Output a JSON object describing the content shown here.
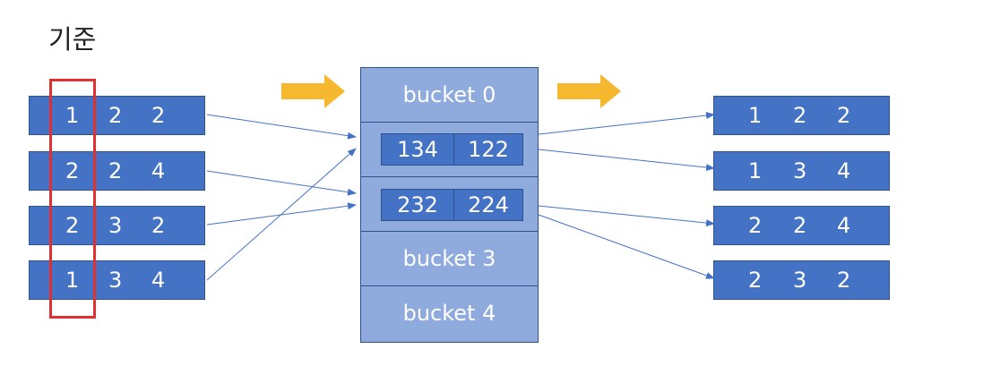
{
  "title": "기준",
  "input_rows": [
    [
      "1",
      "2",
      "2"
    ],
    [
      "2",
      "2",
      "4"
    ],
    [
      "2",
      "3",
      "2"
    ],
    [
      "1",
      "3",
      "4"
    ]
  ],
  "buckets": [
    {
      "label": "bucket 0",
      "items": []
    },
    {
      "label": "",
      "items": [
        "134",
        "122"
      ]
    },
    {
      "label": "",
      "items": [
        "232",
        "224"
      ]
    },
    {
      "label": "bucket 3",
      "items": []
    },
    {
      "label": "bucket 4",
      "items": []
    }
  ],
  "output_rows": [
    [
      "1",
      "2",
      "2"
    ],
    [
      "1",
      "3",
      "4"
    ],
    [
      "2",
      "2",
      "4"
    ],
    [
      "2",
      "3",
      "2"
    ]
  ],
  "colors": {
    "row_fill": "#4472c4",
    "bucket_fill": "#8faadc",
    "highlight": "#e0302f",
    "arrow": "#f5b82e",
    "connector": "#4472c4"
  }
}
